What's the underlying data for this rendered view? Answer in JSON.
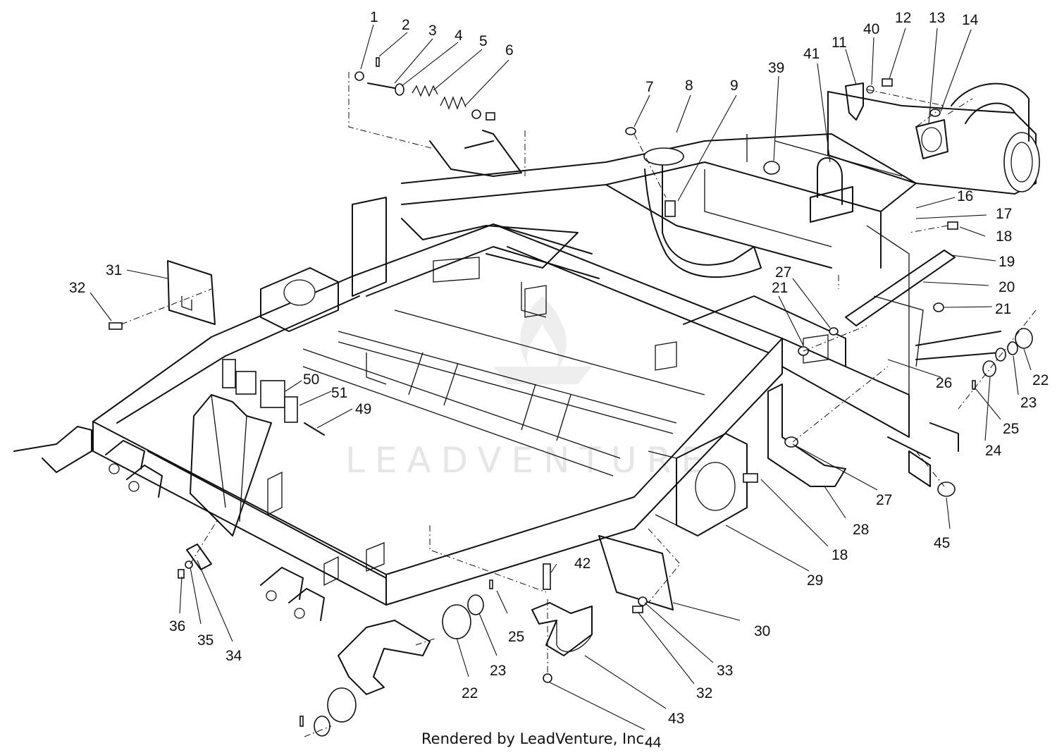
{
  "watermark_text": "LEADVENTURE",
  "credit_text": "Rendered by LeadVenture, Inc.",
  "callouts": [
    "1",
    "2",
    "3",
    "4",
    "5",
    "6",
    "7",
    "8",
    "9",
    "11",
    "40",
    "12",
    "13",
    "14",
    "39",
    "41",
    "16",
    "17",
    "18",
    "19",
    "20",
    "21",
    "27",
    "21",
    "22",
    "23",
    "25",
    "24",
    "26",
    "27",
    "28",
    "18",
    "29",
    "45",
    "31",
    "32",
    "50",
    "51",
    "49",
    "42",
    "25",
    "23",
    "22",
    "30",
    "33",
    "32",
    "36",
    "35",
    "34",
    "43",
    "44"
  ]
}
